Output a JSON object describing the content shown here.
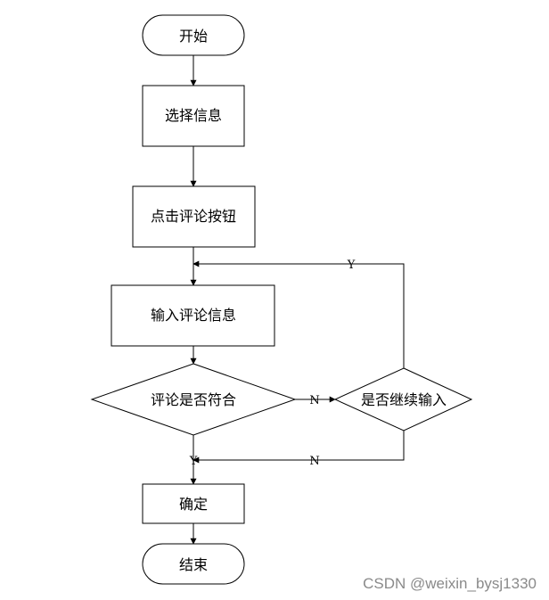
{
  "nodes": {
    "start": "开始",
    "select_info": "选择信息",
    "click_comment_button": "点击评论按钮",
    "input_comment_info": "输入评论信息",
    "comment_valid": "评论是否符合",
    "continue_input": "是否继续输入",
    "confirm": "确定",
    "end": "结束"
  },
  "edges": {
    "continue_yes": "Y",
    "valid_no": "N",
    "continue_no": "N",
    "valid_yes": "Y"
  },
  "watermark": "CSDN @weixin_bysj1330"
}
